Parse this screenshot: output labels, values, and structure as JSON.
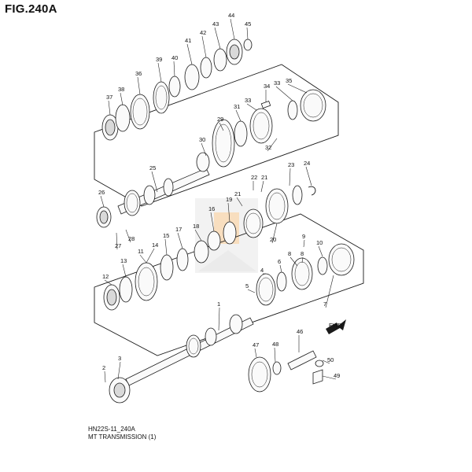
{
  "figure": {
    "title": "FIG.240A",
    "code": "HN22S-11_240A",
    "caption": "MT TRANSMISSION (1)"
  },
  "diagram": {
    "parts": [
      {
        "id": "p1",
        "label": "1"
      },
      {
        "id": "p2",
        "label": "2"
      },
      {
        "id": "p3",
        "label": "3"
      },
      {
        "id": "p4",
        "label": "4"
      },
      {
        "id": "p5",
        "label": "5"
      },
      {
        "id": "p6",
        "label": "6"
      },
      {
        "id": "p7",
        "label": "7"
      },
      {
        "id": "p8",
        "label": "8"
      },
      {
        "id": "p8b",
        "label": "8"
      },
      {
        "id": "p9",
        "label": "9"
      },
      {
        "id": "p10",
        "label": "10"
      },
      {
        "id": "p11",
        "label": "11"
      },
      {
        "id": "p12",
        "label": "12"
      },
      {
        "id": "p13",
        "label": "13"
      },
      {
        "id": "p14",
        "label": "14"
      },
      {
        "id": "p15",
        "label": "15"
      },
      {
        "id": "p16",
        "label": "16"
      },
      {
        "id": "p17",
        "label": "17"
      },
      {
        "id": "p18",
        "label": "18"
      },
      {
        "id": "p19",
        "label": "19"
      },
      {
        "id": "p20",
        "label": "20"
      },
      {
        "id": "p21",
        "label": "21"
      },
      {
        "id": "p21b",
        "label": "21"
      },
      {
        "id": "p22",
        "label": "22"
      },
      {
        "id": "p23",
        "label": "23"
      },
      {
        "id": "p24",
        "label": "24"
      },
      {
        "id": "p25",
        "label": "25"
      },
      {
        "id": "p26",
        "label": "26"
      },
      {
        "id": "p27",
        "label": "27"
      },
      {
        "id": "p28",
        "label": "28"
      },
      {
        "id": "p29",
        "label": "29"
      },
      {
        "id": "p30",
        "label": "30"
      },
      {
        "id": "p31",
        "label": "31"
      },
      {
        "id": "p32",
        "label": "32"
      },
      {
        "id": "p33",
        "label": "33"
      },
      {
        "id": "p33b",
        "label": "33"
      },
      {
        "id": "p34",
        "label": "34"
      },
      {
        "id": "p35",
        "label": "35"
      },
      {
        "id": "p36",
        "label": "36"
      },
      {
        "id": "p37",
        "label": "37"
      },
      {
        "id": "p38",
        "label": "38"
      },
      {
        "id": "p39",
        "label": "39"
      },
      {
        "id": "p40",
        "label": "40"
      },
      {
        "id": "p41",
        "label": "41"
      },
      {
        "id": "p42",
        "label": "42"
      },
      {
        "id": "p43",
        "label": "43"
      },
      {
        "id": "p44",
        "label": "44"
      },
      {
        "id": "p45",
        "label": "45"
      },
      {
        "id": "p46",
        "label": "46"
      },
      {
        "id": "p47",
        "label": "47"
      },
      {
        "id": "p48",
        "label": "48"
      },
      {
        "id": "p49",
        "label": "49"
      },
      {
        "id": "p50",
        "label": "50"
      }
    ],
    "direction_marker": "FWD",
    "colors": {
      "line": "#1a1a1a",
      "shade": "#d9d9d9",
      "watermark": "#e3e3e3",
      "watermark_accent": "#f1b26a"
    }
  }
}
